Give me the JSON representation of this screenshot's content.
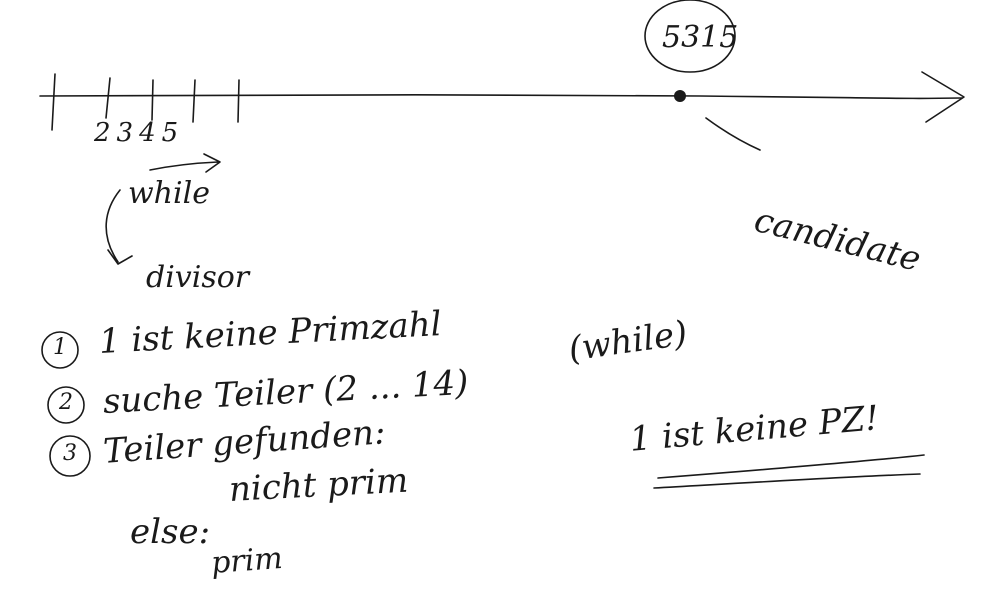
{
  "axis": {
    "ticks": [
      "2",
      "3",
      "4",
      "5"
    ],
    "marked_value": "5315",
    "candidate_label": "candidate"
  },
  "loop": {
    "while_label": "while",
    "divisor_label": "divisor"
  },
  "steps": [
    {
      "number": "1",
      "text": "1 ist keine Primzahl"
    },
    {
      "number": "2",
      "text": "suche Teiler (2 ... 14)"
    },
    {
      "number": "3",
      "text": "Teiler gefunden:"
    }
  ],
  "step2_note": "(while)",
  "step3_cont": "nicht prim",
  "else_label": "else:",
  "else_result": "prim",
  "conclusion": "1 ist keine PZ!"
}
